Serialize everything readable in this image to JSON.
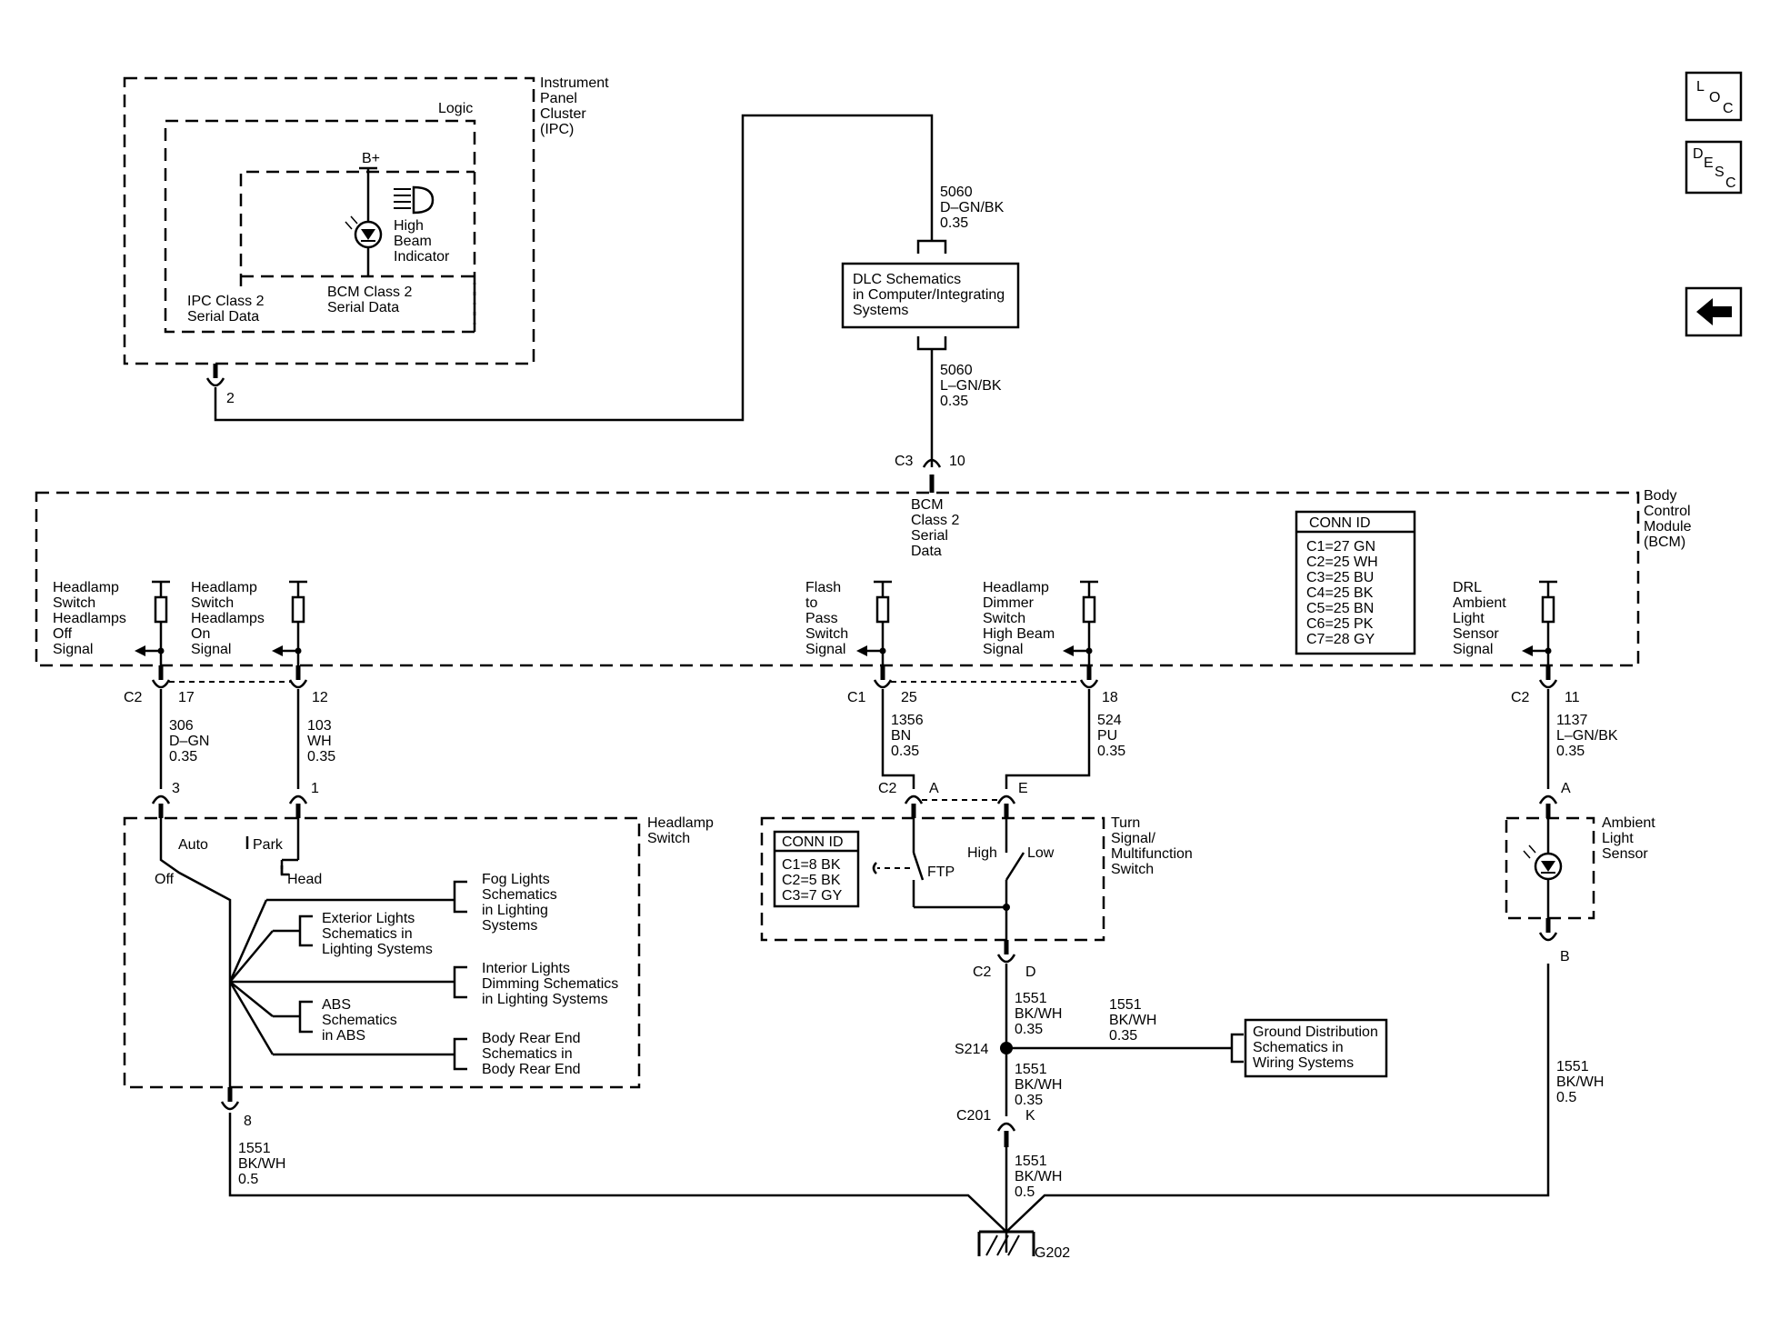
{
  "nav": {
    "loc": [
      "L",
      "O",
      "C"
    ],
    "desc": [
      "D",
      "E",
      "S",
      "C"
    ],
    "back_icon": "left-arrow-icon"
  },
  "ipc": {
    "name_lines": [
      "Instrument",
      "Panel",
      "Cluster",
      "(IPC)"
    ],
    "logic": "Logic",
    "bplus": "B+",
    "indicator_lines": [
      "High",
      "Beam",
      "Indicator"
    ],
    "ipc_data_lines": [
      "IPC Class 2",
      "Serial Data"
    ],
    "bcm_data_lines": [
      "BCM Class 2",
      "Serial Data"
    ],
    "pin": "2"
  },
  "dlc": {
    "wire_top": [
      "5060",
      "D–GN/BK",
      "0.35"
    ],
    "box_lines": [
      "DLC Schematics",
      "in Computer/Integrating",
      "Systems"
    ],
    "wire_bottom": [
      "5060",
      "L–GN/BK",
      "0.35"
    ]
  },
  "bcm": {
    "conn": "C3",
    "pin": "10",
    "serial_lines": [
      "BCM",
      "Class 2",
      "Serial",
      "Data"
    ],
    "name_lines": [
      "Body",
      "Control",
      "Module",
      "(BCM)"
    ],
    "conn_id_title": "CONN ID",
    "conn_id": [
      "C1=27 GN",
      "C2=25 WH",
      "C3=25 BU",
      "C4=25 BK",
      "C5=25 BN",
      "C6=25 PK",
      "C7=28 GY"
    ],
    "signals": [
      {
        "lines": [
          "Headlamp",
          "Switch",
          "Headlamps",
          "Off",
          "Signal"
        ]
      },
      {
        "lines": [
          "Headlamp",
          "Switch",
          "Headlamps",
          "On",
          "Signal"
        ]
      },
      {
        "lines": [
          "Flash",
          "to",
          "Pass",
          "Switch",
          "Signal"
        ]
      },
      {
        "lines": [
          "Headlamp",
          "Dimmer",
          "Switch",
          "High Beam",
          "Signal"
        ]
      },
      {
        "lines": [
          "DRL",
          "Ambient",
          "Light",
          "Sensor",
          "Signal"
        ]
      }
    ]
  },
  "wires": {
    "off": {
      "conn": "C2",
      "pin": "17",
      "label": [
        "306",
        "D–GN",
        "0.35"
      ],
      "pin2": "3"
    },
    "on": {
      "pin": "12",
      "label": [
        "103",
        "WH",
        "0.35"
      ],
      "pin2": "1"
    },
    "ftp": {
      "conn": "C1",
      "pin": "25",
      "label": [
        "1356",
        "BN",
        "0.35"
      ],
      "conn2": "C2",
      "pin2": "A"
    },
    "high": {
      "pin": "18",
      "label": [
        "524",
        "PU",
        "0.35"
      ],
      "pin2": "E"
    },
    "drl": {
      "conn": "C2",
      "pin": "11",
      "label": [
        "1137",
        "L–GN/BK",
        "0.35"
      ],
      "pin2": "A"
    }
  },
  "headlamp_switch": {
    "name_lines": [
      "Headlamp",
      "Switch"
    ],
    "auto": "Auto",
    "park": "Park",
    "off": "Off",
    "head": "Head",
    "refs": [
      [
        "Fog Lights",
        "Schematics",
        "in Lighting",
        "Systems"
      ],
      [
        "Exterior Lights",
        "Schematics in",
        "Lighting Systems"
      ],
      [
        "Interior Lights",
        "Dimming Schematics",
        "in Lighting Systems"
      ],
      [
        "ABS",
        "Schematics",
        "in ABS"
      ],
      [
        "Body Rear End",
        "Schematics in",
        "Body Rear End"
      ]
    ],
    "pin": "8",
    "wire": [
      "1551",
      "BK/WH",
      "0.5"
    ]
  },
  "turn_switch": {
    "name_lines": [
      "Turn",
      "Signal/",
      "Multifunction",
      "Switch"
    ],
    "conn_id_title": "CONN ID",
    "conn_id": [
      "C1=8 BK",
      "C2=5 BK",
      "C3=7 GY"
    ],
    "ftp": "FTP",
    "high": "High",
    "low": "Low",
    "conn": "C2",
    "pin": "D",
    "wire": [
      "1551",
      "BK/WH",
      "0.35"
    ]
  },
  "splice": {
    "name": "S214",
    "branch_wire": [
      "1551",
      "BK/WH",
      "0.35"
    ],
    "ground_box": [
      "Ground Distribution",
      "Schematics in",
      "Wiring Systems"
    ],
    "wire_below": [
      "1551",
      "BK/WH",
      "0.35"
    ],
    "conn": "C201",
    "pin": "K",
    "wire_ground": [
      "1551",
      "BK/WH",
      "0.5"
    ],
    "ground": "G202"
  },
  "ambient": {
    "name_lines": [
      "Ambient",
      "Light",
      "Sensor"
    ],
    "pin": "B",
    "wire": [
      "1551",
      "BK/WH",
      "0.5"
    ]
  }
}
